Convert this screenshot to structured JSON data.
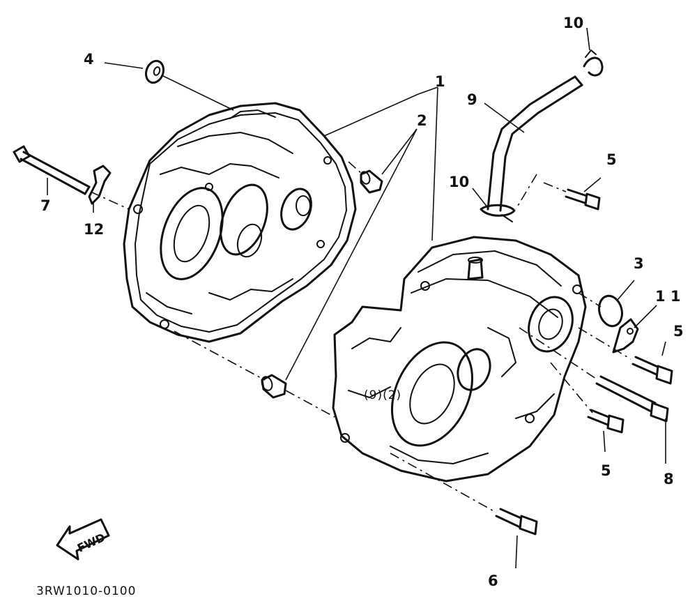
{
  "diagram": {
    "drawing_code": "3RW1010-0100",
    "fwd_arrow_text": "FWD",
    "callouts": [
      {
        "id": "c1",
        "label": "1"
      },
      {
        "id": "c2",
        "label": "2"
      },
      {
        "id": "c3",
        "label": "3"
      },
      {
        "id": "c4",
        "label": "4"
      },
      {
        "id": "c5a",
        "label": "5"
      },
      {
        "id": "c5b",
        "label": "5"
      },
      {
        "id": "c5c",
        "label": "5"
      },
      {
        "id": "c6",
        "label": "6"
      },
      {
        "id": "c7",
        "label": "7"
      },
      {
        "id": "c8",
        "label": "8"
      },
      {
        "id": "c9",
        "label": "9"
      },
      {
        "id": "c10a",
        "label": "10"
      },
      {
        "id": "c10b",
        "label": "10"
      },
      {
        "id": "c11",
        "label": "1 1"
      },
      {
        "id": "c12",
        "label": "12"
      }
    ]
  }
}
